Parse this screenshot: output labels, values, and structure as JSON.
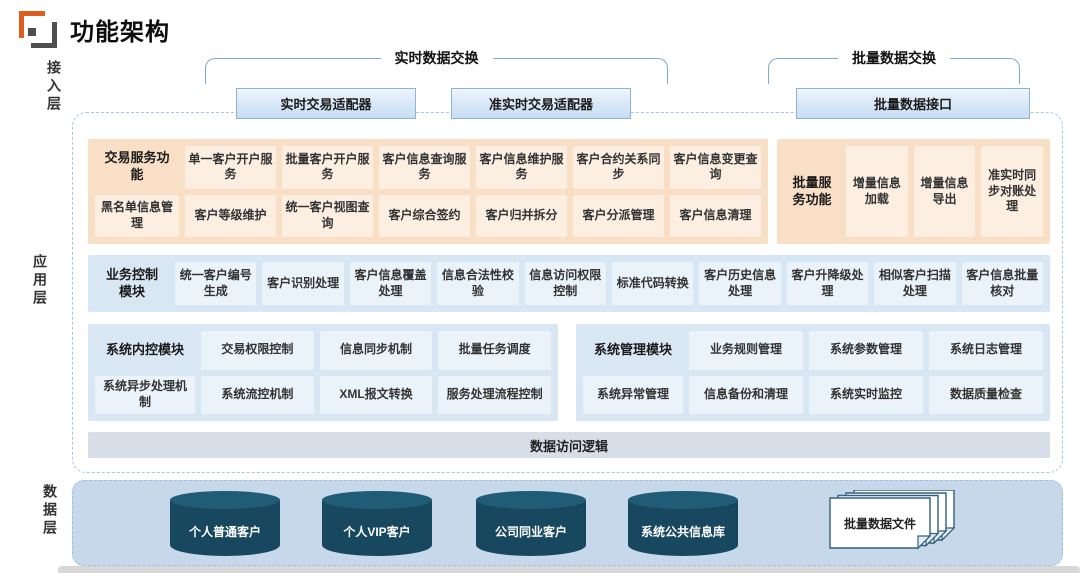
{
  "header": {
    "title": "功能架构"
  },
  "layers": {
    "access": "接入层",
    "application": "应用层",
    "data": "数据层"
  },
  "access_layer": {
    "groups": [
      {
        "label": "实时数据交换"
      },
      {
        "label": "批量数据交换"
      }
    ],
    "adapters": [
      "实时交易适配器",
      "准实时交易适配器",
      "批量数据接口"
    ]
  },
  "transaction_services": {
    "label": "交易服务功能",
    "row1": [
      "单一客户开户服务",
      "批量客户开户服务",
      "客户信息查询服务",
      "客户信息维护服务",
      "客户合约关系同步",
      "客户信息变更查询"
    ],
    "row2": [
      "黑名单信息管理",
      "客户等级维护",
      "统一客户视图查询",
      "客户综合签约",
      "客户归并拆分",
      "客户分派管理",
      "客户信息清理"
    ]
  },
  "batch_services": {
    "label": "批量服务功能",
    "items": [
      "增量信息加载",
      "增量信息导出",
      "准实时同步对账处理"
    ]
  },
  "business_control": {
    "label": "业务控制模块",
    "items": [
      "统一客户编号生成",
      "客户识别处理",
      "客户信息覆盖处理",
      "信息合法性校验",
      "信息访问权限控制",
      "标准代码转换",
      "客户历史信息处理",
      "客户升降级处理",
      "相似客户扫描处理",
      "客户信息批量核对"
    ]
  },
  "system_control": {
    "label": "系统内控模块",
    "row1": [
      "交易权限控制",
      "信息同步机制",
      "批量任务调度"
    ],
    "row2": [
      "系统异步处理机制",
      "系统流控机制",
      "XML报文转换",
      "服务处理流程控制"
    ]
  },
  "system_management": {
    "label": "系统管理模块",
    "row1": [
      "业务规则管理",
      "系统参数管理",
      "系统日志管理"
    ],
    "row2": [
      "系统异常管理",
      "信息备份和清理",
      "系统实时监控",
      "数据质量检查"
    ]
  },
  "data_access": {
    "label": "数据访问逻辑"
  },
  "data_layer": {
    "databases": [
      "个人普通客户",
      "个人VIP客户",
      "公司同业客户",
      "系统公共信息库"
    ],
    "file": "批量数据文件"
  },
  "colors": {
    "orange_section": "#F8DFC6",
    "orange_item": "#FCEFE2",
    "blue_section": "#D9E6F4",
    "blue_item": "#EBF3FA",
    "data_layer_bg": "#C8D8EB",
    "cylinder": "#17485F",
    "bracket_line": "#7FA8D1",
    "logo_orange": "#DC5F1F",
    "logo_gray": "#4E4E4E"
  }
}
